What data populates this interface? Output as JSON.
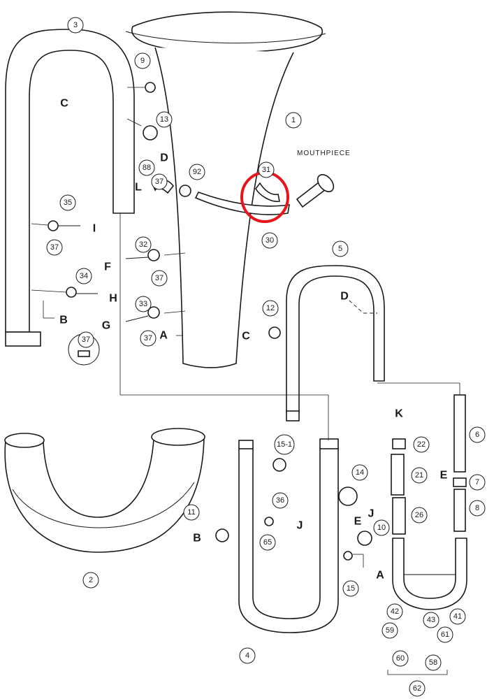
{
  "mouthpiece_label": "MOUTHPIECE",
  "highlight_color": "#e8161b",
  "callouts": [
    {
      "label": "1"
    },
    {
      "label": "2"
    },
    {
      "label": "3"
    },
    {
      "label": "4"
    },
    {
      "label": "5"
    },
    {
      "label": "6"
    },
    {
      "label": "7"
    },
    {
      "label": "8"
    },
    {
      "label": "9"
    },
    {
      "label": "10"
    },
    {
      "label": "11"
    },
    {
      "label": "12"
    },
    {
      "label": "13"
    },
    {
      "label": "14"
    },
    {
      "label": "15"
    },
    {
      "label": "15-1"
    },
    {
      "label": "21"
    },
    {
      "label": "22"
    },
    {
      "label": "26"
    },
    {
      "label": "30"
    },
    {
      "label": "31"
    },
    {
      "label": "32"
    },
    {
      "label": "33"
    },
    {
      "label": "34"
    },
    {
      "label": "35"
    },
    {
      "label": "36"
    },
    {
      "label": "37"
    },
    {
      "label": "37"
    },
    {
      "label": "37"
    },
    {
      "label": "37"
    },
    {
      "label": "37"
    },
    {
      "label": "41"
    },
    {
      "label": "42"
    },
    {
      "label": "43"
    },
    {
      "label": "58"
    },
    {
      "label": "59"
    },
    {
      "label": "60"
    },
    {
      "label": "61"
    },
    {
      "label": "62"
    },
    {
      "label": "65"
    },
    {
      "label": "88"
    },
    {
      "label": "92"
    }
  ],
  "letters": [
    {
      "label": "C"
    },
    {
      "label": "D"
    },
    {
      "label": "L"
    },
    {
      "label": "I"
    },
    {
      "label": "F"
    },
    {
      "label": "H"
    },
    {
      "label": "B"
    },
    {
      "label": "G"
    },
    {
      "label": "A"
    },
    {
      "label": "C"
    },
    {
      "label": "D"
    },
    {
      "label": "K"
    },
    {
      "label": "E"
    },
    {
      "label": "J"
    },
    {
      "label": "E"
    },
    {
      "label": "B"
    },
    {
      "label": "J"
    },
    {
      "label": "A"
    }
  ]
}
